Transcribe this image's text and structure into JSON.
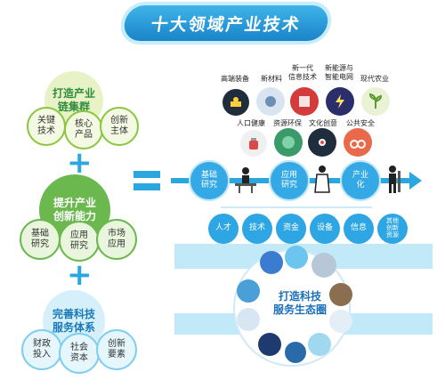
{
  "title": "十大领域产业技术",
  "left": {
    "g1": {
      "main": "打造产业\n链集群",
      "subs": [
        "关键\n技术",
        "核心\n产品",
        "创新\n主体"
      ]
    },
    "g2": {
      "main": "提升产业\n创新能力",
      "subs": [
        "基础\n研究",
        "应用\n研究",
        "市场\n应用"
      ]
    },
    "g3": {
      "main": "完善科技\n服务体系",
      "subs": [
        "财政\n投入",
        "社会\n资本",
        "创新\n要素"
      ]
    }
  },
  "fields_top": [
    "高端装备",
    "新材料",
    "新一代\n信息技术",
    "新能源与\n智能电网",
    "现代农业"
  ],
  "fields_bottom": [
    "人口健康",
    "资源环保",
    "文化创意",
    "公共安全"
  ],
  "chain": [
    "基础\n研究",
    "应用\n研究",
    "产业\n化"
  ],
  "support": [
    "人才",
    "技术",
    "资金",
    "设备",
    "信息",
    "其他\n创新\n资源"
  ],
  "eco_title": "打造科技\n服务生态圈",
  "colors": {
    "blue": "#2aa7df",
    "green": "#5fb85a",
    "lightblue": "#a6e0f5"
  }
}
